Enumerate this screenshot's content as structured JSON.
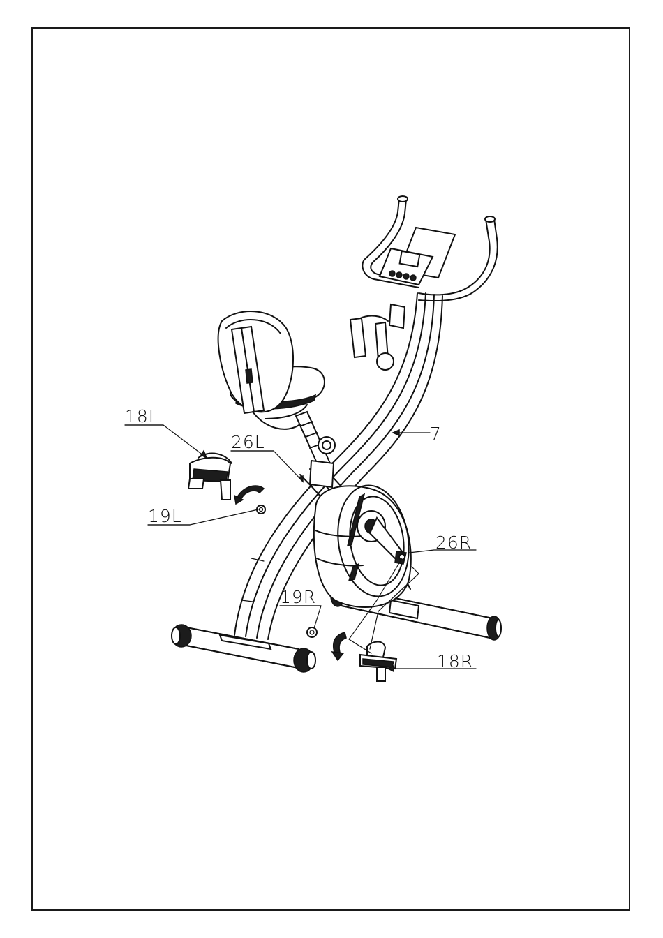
{
  "figure": {
    "description_role": "exploded pedal assembly view of folding exercise bike",
    "labels": {
      "part_18L": "18L",
      "part_26L": "26L",
      "part_19L": "19L",
      "part_7": "7",
      "part_26R": "26R",
      "part_19R": "19R",
      "part_18R": "18R"
    }
  },
  "colors": {
    "line": "#111111",
    "paper": "#ffffff",
    "dark_fill": "#1c1c1c"
  }
}
